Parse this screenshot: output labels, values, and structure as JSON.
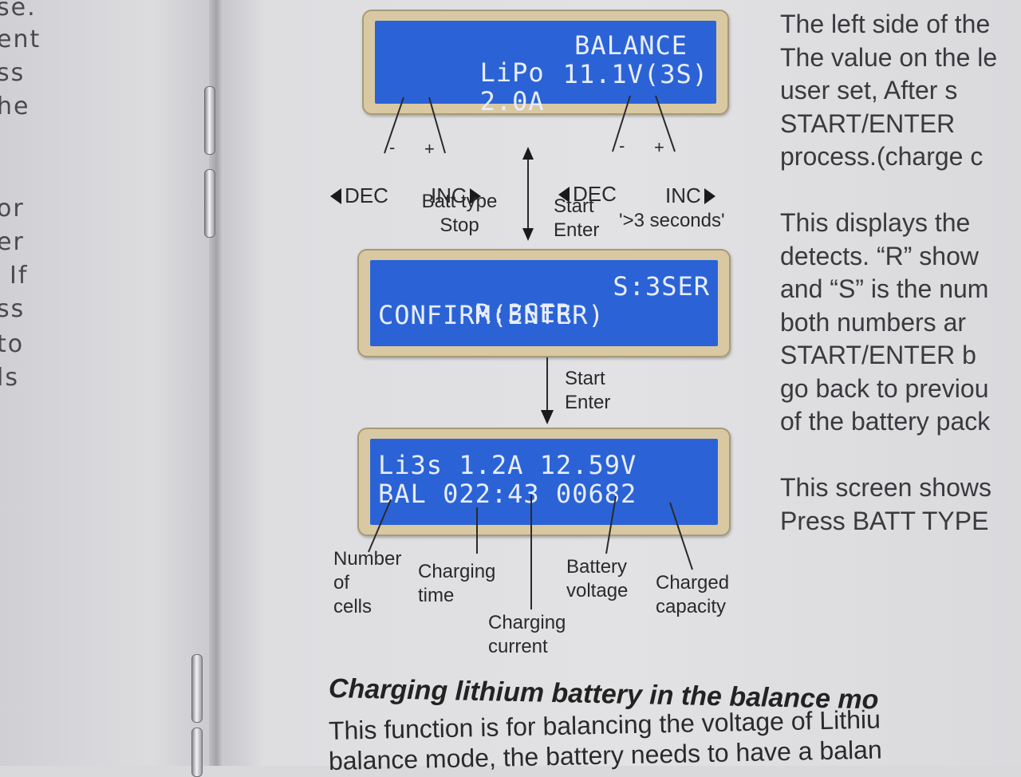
{
  "left_page": {
    "fragments": [
      "se.",
      "ent",
      "ss",
      "he",
      "or",
      "er",
      "If",
      "ss",
      "to",
      "ls"
    ]
  },
  "screens": {
    "screen1": {
      "line1_left": "LiPo",
      "line1_right": "BALANCE",
      "line2_left": "2.0A",
      "line2_right": "11.1V(3S)"
    },
    "screen2": {
      "line1_left": "R:3SER",
      "line1_right": "S:3SER",
      "line2": "CONFIRM(ENTER)"
    },
    "screen3": {
      "line1": "Li3s 1.2A 12.59V",
      "line2": "BAL 022:43 00682"
    }
  },
  "labels": {
    "minus": "-",
    "plus": "+",
    "dec": "DEC",
    "inc": "INC",
    "batt_type_stop": "Batt type\nStop",
    "start_enter": "Start\nEnter",
    "three_seconds": "'>3 seconds'",
    "start_enter_2": "Start\nEnter",
    "number_of_cells": "Number\nof\ncells",
    "charging_time": "Charging\ntime",
    "charging_current": "Charging\ncurrent",
    "battery_voltage": "Battery\nvoltage",
    "charged_capacity": "Charged\ncapacity"
  },
  "right_column": {
    "para1": [
      "The left side of the",
      "The value on the le",
      "user set, After s",
      "START/ENTER",
      "process.(charge c"
    ],
    "para2": [
      "This displays the",
      "detects. “R” show",
      "and “S” is the num",
      "both numbers ar",
      "START/ENTER b",
      "go back to previou",
      "of the battery pack"
    ],
    "para3": [
      "This screen shows",
      "Press BATT TYPE"
    ]
  },
  "section": {
    "title": "Charging lithium battery in the balance mo",
    "line1": "This function is for balancing the voltage of Lithiu",
    "line2": "balance mode, the battery needs to have a balan"
  }
}
